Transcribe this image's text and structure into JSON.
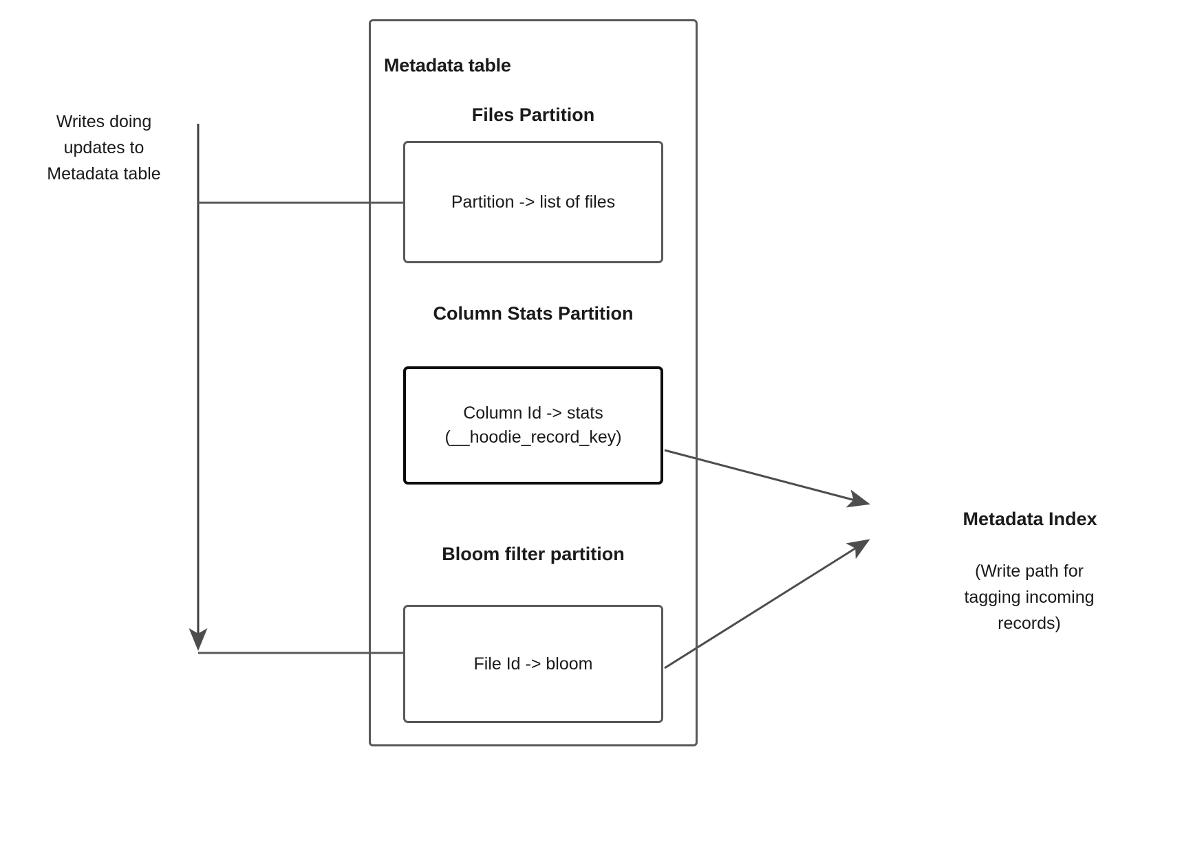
{
  "diagram": {
    "title": "Metadata table",
    "left_note": "Writes doing\nupdates to\nMetadata table",
    "sections": [
      {
        "heading": "Files Partition",
        "box_text": "Partition -> list of files"
      },
      {
        "heading": "Column Stats\nPartition",
        "box_text": "Column Id  -> stats\n(__hoodie_record_key)"
      },
      {
        "heading": "Bloom filter\npartition",
        "box_text": "File Id -> bloom"
      }
    ],
    "right_node": {
      "title": "Metadata Index",
      "caption": "(Write path for\ntagging incoming\nrecords)"
    },
    "colors": {
      "outline_gray": "#585858",
      "outline_dark": "#0d0d0d",
      "arrow_gray": "#4d4d4d",
      "text": "#1a1a1a",
      "background": "#ffffff"
    }
  }
}
